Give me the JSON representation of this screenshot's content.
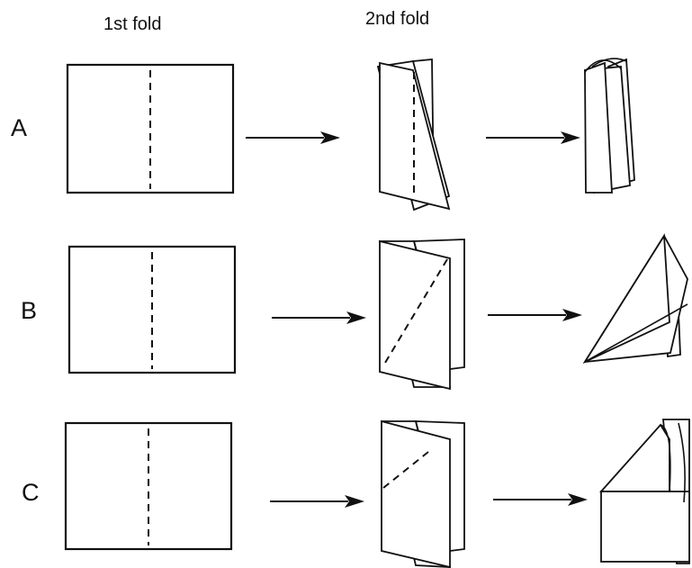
{
  "headers": {
    "first_fold": "1st fold",
    "second_fold": "2nd fold"
  },
  "rows": [
    {
      "label": "A"
    },
    {
      "label": "B"
    },
    {
      "label": "C"
    }
  ],
  "colors": {
    "ink": "#111111",
    "paper": "#ffffff",
    "background": "#ffffff"
  }
}
